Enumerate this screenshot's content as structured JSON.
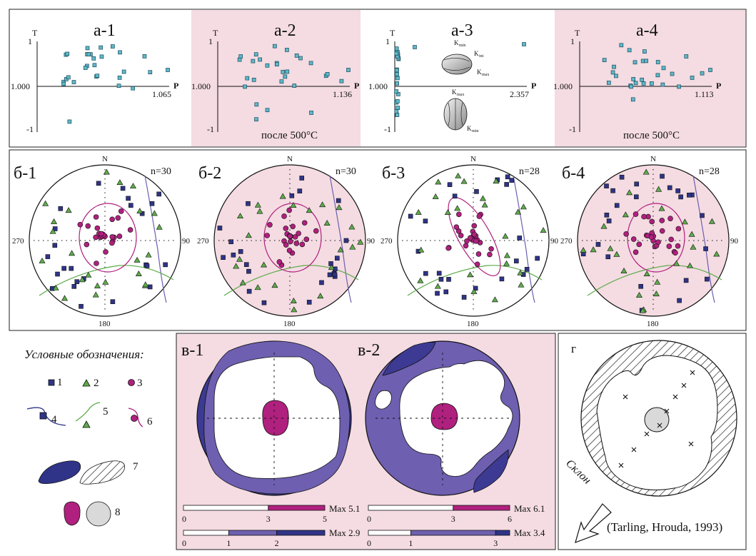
{
  "colors": {
    "pink": "#f4dce2",
    "navy": "#2f3488",
    "purple": "#6e5fb0",
    "magenta": "#b0207e",
    "green": "#5dab4a",
    "cyan": "#5fb8c8",
    "grey": "#d9d9d9"
  },
  "row_a": {
    "panels": [
      {
        "label": "а-1",
        "pmax": "1.065",
        "note": "",
        "pink": false
      },
      {
        "label": "а-2",
        "pmax": "1.136",
        "note": "после 500°C",
        "pink": true
      },
      {
        "label": "а-3",
        "pmax": "2.357",
        "note": "",
        "pink": false
      },
      {
        "label": "а-4",
        "pmax": "1.113",
        "note": "после 500°C",
        "pink": true
      }
    ],
    "axis_t": "T",
    "axis_p": "P",
    "tick_top": "1",
    "tick_mid": "1.000",
    "tick_bot": "-1",
    "ellipsoid_labels": {
      "kmin": "K",
      "kmin_sub": "min",
      "kint": "K",
      "kint_sub": "int",
      "kmax": "K",
      "kmax_sub": "max",
      "kmax2": "K",
      "kmax2_sub": "max",
      "kmin2": "K",
      "kmin2_sub": "min"
    }
  },
  "row_b": {
    "panels": [
      {
        "label": "б-1",
        "n": "n=30",
        "pink": false
      },
      {
        "label": "б-2",
        "n": "n=30",
        "pink": true
      },
      {
        "label": "б-3",
        "n": "n=28",
        "pink": false
      },
      {
        "label": "б-4",
        "n": "n=28",
        "pink": true
      }
    ],
    "north": "N",
    "west": "270",
    "east": "90",
    "south": "180"
  },
  "legend": {
    "title": "Условные обозначения:",
    "items": [
      "1",
      "2",
      "3",
      "4",
      "5",
      "6",
      "7",
      "8"
    ]
  },
  "row_v": {
    "panels": [
      {
        "label": "в-1",
        "bar1_max": "Max 5.1",
        "bar1_ticks": [
          "0",
          "3",
          "5"
        ],
        "bar2_max": "Max 2.9",
        "bar2_ticks": [
          "0",
          "1",
          "2"
        ]
      },
      {
        "label": "в-2",
        "bar1_max": "Max 6.1",
        "bar1_ticks": [
          "0",
          "3",
          "6"
        ],
        "bar2_max": "Max 3.4",
        "bar2_ticks": [
          "0",
          "1",
          "3"
        ]
      }
    ]
  },
  "panel_g": {
    "label": "г",
    "slope": "Склон",
    "cite": "(Tarling, Hrouda, 1993)"
  }
}
